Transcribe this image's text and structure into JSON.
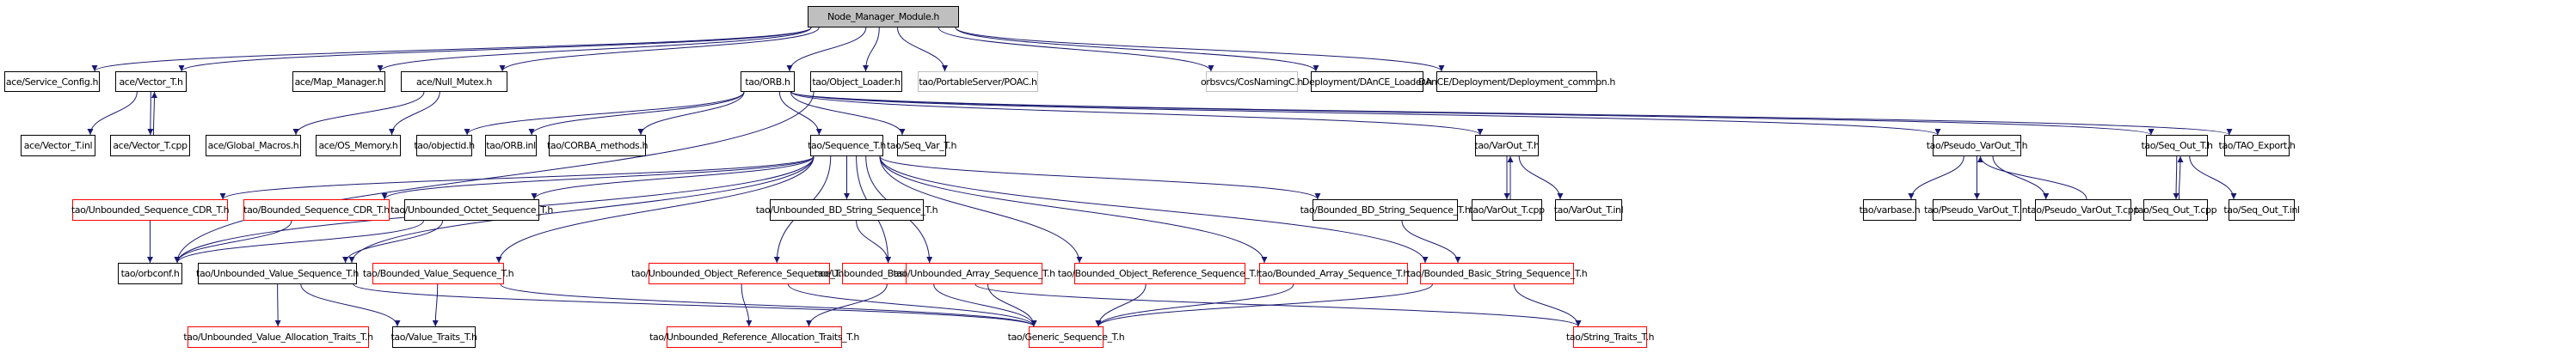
{
  "graph": {
    "title": "Node_Manager_Module.h",
    "colors": {
      "edge": "#191970",
      "normal_border": "#000000",
      "missing_doc_border": "#ff0000",
      "undocumented_border": "#bfbfbf",
      "root_fill": "#bfbfbf"
    },
    "nodes": [
      {
        "id": "root",
        "label": "Node_Manager_Module.h",
        "style": "root"
      },
      {
        "id": "service_config",
        "label": "ace/Service_Config.h",
        "style": "normal"
      },
      {
        "id": "vector_t",
        "label": "ace/Vector_T.h",
        "style": "normal"
      },
      {
        "id": "map_manager",
        "label": "ace/Map_Manager.h",
        "style": "normal"
      },
      {
        "id": "null_mutex",
        "label": "ace/Null_Mutex.h",
        "style": "normal"
      },
      {
        "id": "orb",
        "label": "tao/ORB.h",
        "style": "normal"
      },
      {
        "id": "object_loader",
        "label": "tao/Object_Loader.h",
        "style": "normal"
      },
      {
        "id": "poac",
        "label": "tao/PortableServer/POAC.h",
        "style": "gray"
      },
      {
        "id": "cosnaming",
        "label": "orbsvcs/CosNamingC.h",
        "style": "gray"
      },
      {
        "id": "dance_loader",
        "label": "Deployment/DAnCE_Loader.h",
        "style": "normal"
      },
      {
        "id": "deployment_common",
        "label": "DAnCE/Deployment/Deployment_common.h",
        "style": "normal"
      },
      {
        "id": "vector_inl",
        "label": "ace/Vector_T.inl",
        "style": "normal"
      },
      {
        "id": "vector_cpp",
        "label": "ace/Vector_T.cpp",
        "style": "normal"
      },
      {
        "id": "global_macros",
        "label": "ace/Global_Macros.h",
        "style": "normal"
      },
      {
        "id": "os_memory",
        "label": "ace/OS_Memory.h",
        "style": "normal"
      },
      {
        "id": "objectid",
        "label": "tao/objectid.h",
        "style": "normal"
      },
      {
        "id": "orb_inl",
        "label": "tao/ORB.inl",
        "style": "normal"
      },
      {
        "id": "corba_methods",
        "label": "tao/CORBA_methods.h",
        "style": "normal"
      },
      {
        "id": "sequence_t",
        "label": "tao/Sequence_T.h",
        "style": "normal"
      },
      {
        "id": "seq_var_t",
        "label": "tao/Seq_Var_T.h",
        "style": "normal"
      },
      {
        "id": "varout_t",
        "label": "tao/VarOut_T.h",
        "style": "normal"
      },
      {
        "id": "pseudo_varout_t",
        "label": "tao/Pseudo_VarOut_T.h",
        "style": "normal"
      },
      {
        "id": "seq_out_t",
        "label": "tao/Seq_Out_T.h",
        "style": "normal"
      },
      {
        "id": "tao_export",
        "label": "tao/TAO_Export.h",
        "style": "normal"
      },
      {
        "id": "unb_seq_cdr",
        "label": "tao/Unbounded_Sequence_CDR_T.h",
        "style": "red"
      },
      {
        "id": "bnd_seq_cdr",
        "label": "tao/Bounded_Sequence_CDR_T.h",
        "style": "red"
      },
      {
        "id": "unb_octet",
        "label": "tao/Unbounded_Octet_Sequence_T.h",
        "style": "normal"
      },
      {
        "id": "unb_bd_string",
        "label": "tao/Unbounded_BD_String_Sequence_T.h",
        "style": "normal"
      },
      {
        "id": "bnd_bd_string",
        "label": "tao/Bounded_BD_String_Sequence_T.h",
        "style": "normal"
      },
      {
        "id": "varout_cpp",
        "label": "tao/VarOut_T.cpp",
        "style": "normal"
      },
      {
        "id": "varout_inl",
        "label": "tao/VarOut_T.inl",
        "style": "normal"
      },
      {
        "id": "varbase",
        "label": "tao/varbase.h",
        "style": "normal"
      },
      {
        "id": "pseudo_varout_inl",
        "label": "tao/Pseudo_VarOut_T.inl",
        "style": "normal"
      },
      {
        "id": "pseudo_varout_cpp",
        "label": "tao/Pseudo_VarOut_T.cpp",
        "style": "normal"
      },
      {
        "id": "seq_out_cpp",
        "label": "tao/Seq_Out_T.cpp",
        "style": "normal"
      },
      {
        "id": "seq_out_inl",
        "label": "tao/Seq_Out_T.inl",
        "style": "normal"
      },
      {
        "id": "orbconf",
        "label": "tao/orbconf.h",
        "style": "normal"
      },
      {
        "id": "unb_value",
        "label": "tao/Unbounded_Value_Sequence_T.h",
        "style": "normal"
      },
      {
        "id": "bnd_value",
        "label": "tao/Bounded_Value_Sequence_T.h",
        "style": "red"
      },
      {
        "id": "unb_objref",
        "label": "tao/Unbounded_Object_Reference_Sequence_T.h",
        "style": "red"
      },
      {
        "id": "unb_basic_string",
        "label": "tao/Unbounded_Basic_String_Sequence_T.h",
        "style": "red"
      },
      {
        "id": "unb_array",
        "label": "tao/Unbounded_Array_Sequence_T.h",
        "style": "red"
      },
      {
        "id": "bnd_objref",
        "label": "tao/Bounded_Object_Reference_Sequence_T.h",
        "style": "red"
      },
      {
        "id": "bnd_array",
        "label": "tao/Bounded_Array_Sequence_T.h",
        "style": "red"
      },
      {
        "id": "bnd_basic_string",
        "label": "tao/Bounded_Basic_String_Sequence_T.h",
        "style": "red"
      },
      {
        "id": "unb_value_alloc",
        "label": "tao/Unbounded_Value_Allocation_Traits_T.h",
        "style": "red"
      },
      {
        "id": "value_traits",
        "label": "tao/Value_Traits_T.h",
        "style": "normal"
      },
      {
        "id": "unb_ref_alloc",
        "label": "tao/Unbounded_Reference_Allocation_Traits_T.h",
        "style": "red"
      },
      {
        "id": "generic_seq",
        "label": "tao/Generic_Sequence_T.h",
        "style": "red"
      },
      {
        "id": "string_traits",
        "label": "tao/String_Traits_T.h",
        "style": "red"
      }
    ],
    "edges": [
      [
        "root",
        "service_config"
      ],
      [
        "root",
        "vector_t"
      ],
      [
        "root",
        "map_manager"
      ],
      [
        "root",
        "null_mutex"
      ],
      [
        "root",
        "orb"
      ],
      [
        "root",
        "object_loader"
      ],
      [
        "root",
        "poac"
      ],
      [
        "root",
        "cosnaming"
      ],
      [
        "root",
        "dance_loader"
      ],
      [
        "root",
        "deployment_common"
      ],
      [
        "vector_t",
        "vector_inl"
      ],
      [
        "vector_t",
        "vector_cpp"
      ],
      [
        "vector_cpp",
        "vector_t"
      ],
      [
        "null_mutex",
        "global_macros"
      ],
      [
        "null_mutex",
        "os_memory"
      ],
      [
        "orb",
        "objectid"
      ],
      [
        "orb",
        "orb_inl"
      ],
      [
        "orb",
        "corba_methods"
      ],
      [
        "orb",
        "sequence_t"
      ],
      [
        "orb",
        "seq_var_t"
      ],
      [
        "orb",
        "varout_t"
      ],
      [
        "orb",
        "pseudo_varout_t"
      ],
      [
        "orb",
        "seq_out_t"
      ],
      [
        "orb",
        "tao_export"
      ],
      [
        "object_loader",
        "orbconf"
      ],
      [
        "varout_t",
        "varout_cpp"
      ],
      [
        "varout_cpp",
        "varout_t"
      ],
      [
        "varout_t",
        "varout_inl"
      ],
      [
        "pseudo_varout_t",
        "varbase"
      ],
      [
        "pseudo_varout_t",
        "pseudo_varout_inl"
      ],
      [
        "pseudo_varout_t",
        "pseudo_varout_cpp"
      ],
      [
        "pseudo_varout_cpp",
        "pseudo_varout_t"
      ],
      [
        "seq_out_t",
        "seq_out_cpp"
      ],
      [
        "seq_out_cpp",
        "seq_out_t"
      ],
      [
        "seq_out_t",
        "seq_out_inl"
      ],
      [
        "sequence_t",
        "unb_seq_cdr"
      ],
      [
        "sequence_t",
        "bnd_seq_cdr"
      ],
      [
        "sequence_t",
        "unb_octet"
      ],
      [
        "sequence_t",
        "unb_bd_string"
      ],
      [
        "sequence_t",
        "bnd_bd_string"
      ],
      [
        "sequence_t",
        "orbconf"
      ],
      [
        "sequence_t",
        "unb_value"
      ],
      [
        "sequence_t",
        "bnd_value"
      ],
      [
        "sequence_t",
        "unb_objref"
      ],
      [
        "sequence_t",
        "unb_basic_string"
      ],
      [
        "sequence_t",
        "unb_array"
      ],
      [
        "sequence_t",
        "bnd_objref"
      ],
      [
        "sequence_t",
        "bnd_array"
      ],
      [
        "sequence_t",
        "bnd_basic_string"
      ],
      [
        "unb_seq_cdr",
        "orbconf"
      ],
      [
        "bnd_seq_cdr",
        "orbconf"
      ],
      [
        "unb_octet",
        "orbconf"
      ],
      [
        "unb_octet",
        "unb_value"
      ],
      [
        "unb_bd_string",
        "unb_basic_string"
      ],
      [
        "bnd_bd_string",
        "bnd_basic_string"
      ],
      [
        "unb_value",
        "unb_value_alloc"
      ],
      [
        "unb_value",
        "value_traits"
      ],
      [
        "unb_value",
        "generic_seq"
      ],
      [
        "bnd_value",
        "value_traits"
      ],
      [
        "bnd_value",
        "generic_seq"
      ],
      [
        "unb_objref",
        "unb_ref_alloc"
      ],
      [
        "unb_objref",
        "generic_seq"
      ],
      [
        "unb_basic_string",
        "unb_ref_alloc"
      ],
      [
        "unb_basic_string",
        "generic_seq"
      ],
      [
        "unb_basic_string",
        "string_traits"
      ],
      [
        "unb_array",
        "generic_seq"
      ],
      [
        "bnd_objref",
        "generic_seq"
      ],
      [
        "bnd_array",
        "generic_seq"
      ],
      [
        "bnd_basic_string",
        "generic_seq"
      ],
      [
        "bnd_basic_string",
        "string_traits"
      ]
    ]
  }
}
